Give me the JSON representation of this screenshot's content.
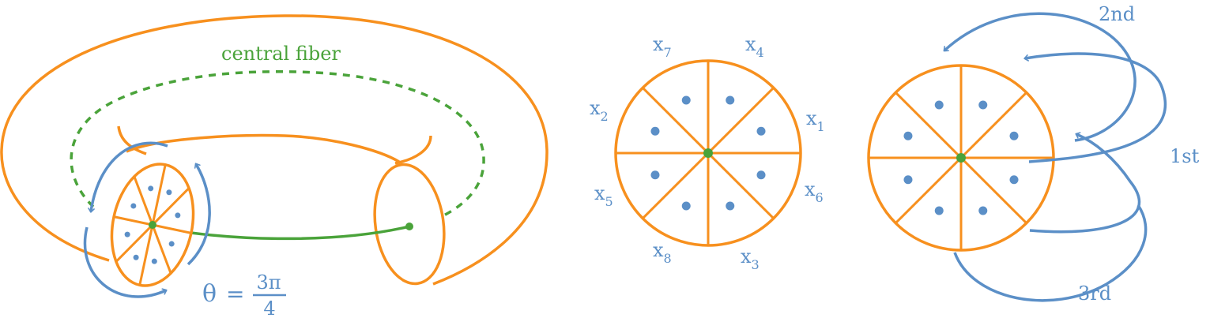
{
  "colors": {
    "orange": "#f7901e",
    "blue": "#5b8fc7",
    "green": "#4aa33a"
  },
  "torus": {
    "central_fiber_label": "central fiber",
    "theta_symbol": "θ",
    "theta_equals": "=",
    "theta_numerator": "3π",
    "theta_denominator": "4"
  },
  "disk_labels": {
    "x7": {
      "base": "x",
      "sub": "7"
    },
    "x4": {
      "base": "x",
      "sub": "4"
    },
    "x2": {
      "base": "x",
      "sub": "2"
    },
    "x1": {
      "base": "x",
      "sub": "1"
    },
    "x5": {
      "base": "x",
      "sub": "5"
    },
    "x6": {
      "base": "x",
      "sub": "6"
    },
    "x8": {
      "base": "x",
      "sub": "8"
    },
    "x3": {
      "base": "x",
      "sub": "3"
    }
  },
  "passes": {
    "first": "1st",
    "second": "2nd",
    "third": "3rd"
  }
}
